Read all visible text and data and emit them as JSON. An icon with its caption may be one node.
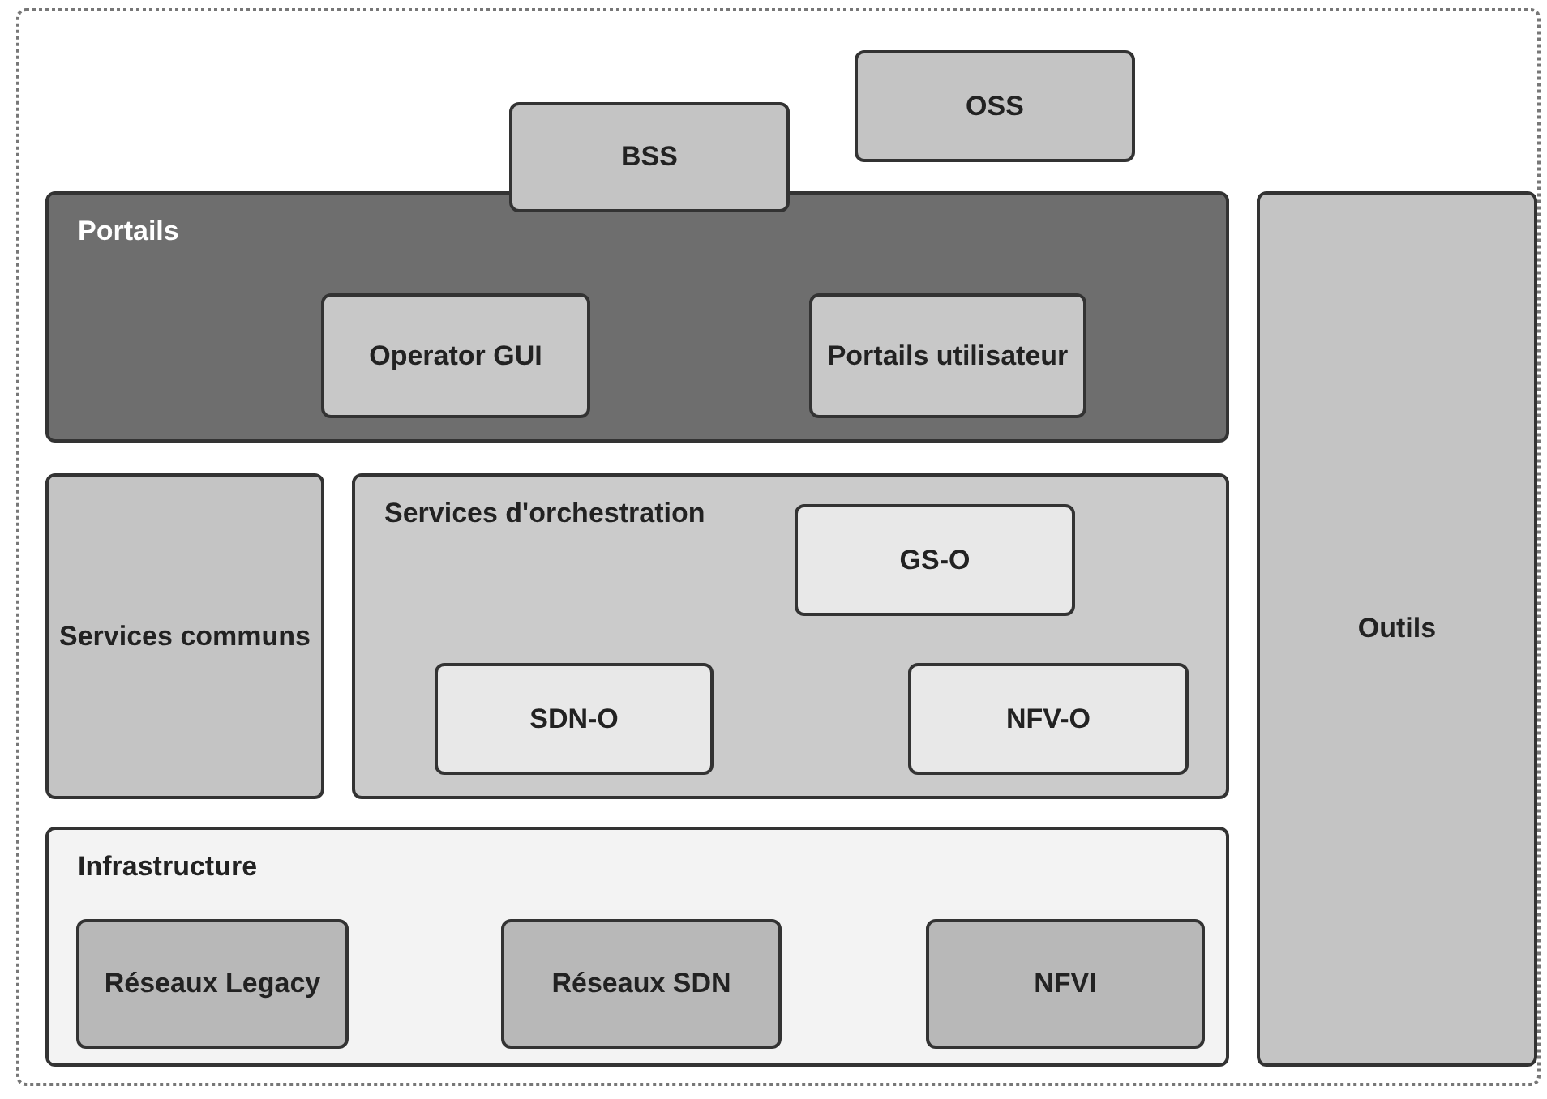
{
  "diagram": {
    "nodes": [
      {
        "text": [
          "OSS"
        ]
      },
      {
        "text": [
          "BSS"
        ]
      },
      {
        "text": [
          "Portails"
        ]
      },
      {
        "text": [
          "Operator GUI"
        ],
        "in": 2
      },
      {
        "text": [
          "Portails utilisateur"
        ],
        "in": 2
      },
      {
        "text": [
          "Outils"
        ]
      },
      {
        "text": [
          "Services communs"
        ]
      },
      {
        "text": [
          "Services d'orchestration"
        ]
      },
      {
        "text": [
          "GS-O"
        ],
        "in": 7
      },
      {
        "text": [
          "SDN-O"
        ],
        "in": 7
      },
      {
        "text": [
          "NFV-O"
        ],
        "in": 7
      },
      {
        "text": [
          "Infrastructure"
        ]
      },
      {
        "text": [
          "Réseaux Legacy"
        ],
        "in": 11
      },
      {
        "text": [
          "Réseaux SDN"
        ],
        "in": 11
      },
      {
        "text": [
          "NFVI"
        ],
        "in": 11
      }
    ]
  }
}
